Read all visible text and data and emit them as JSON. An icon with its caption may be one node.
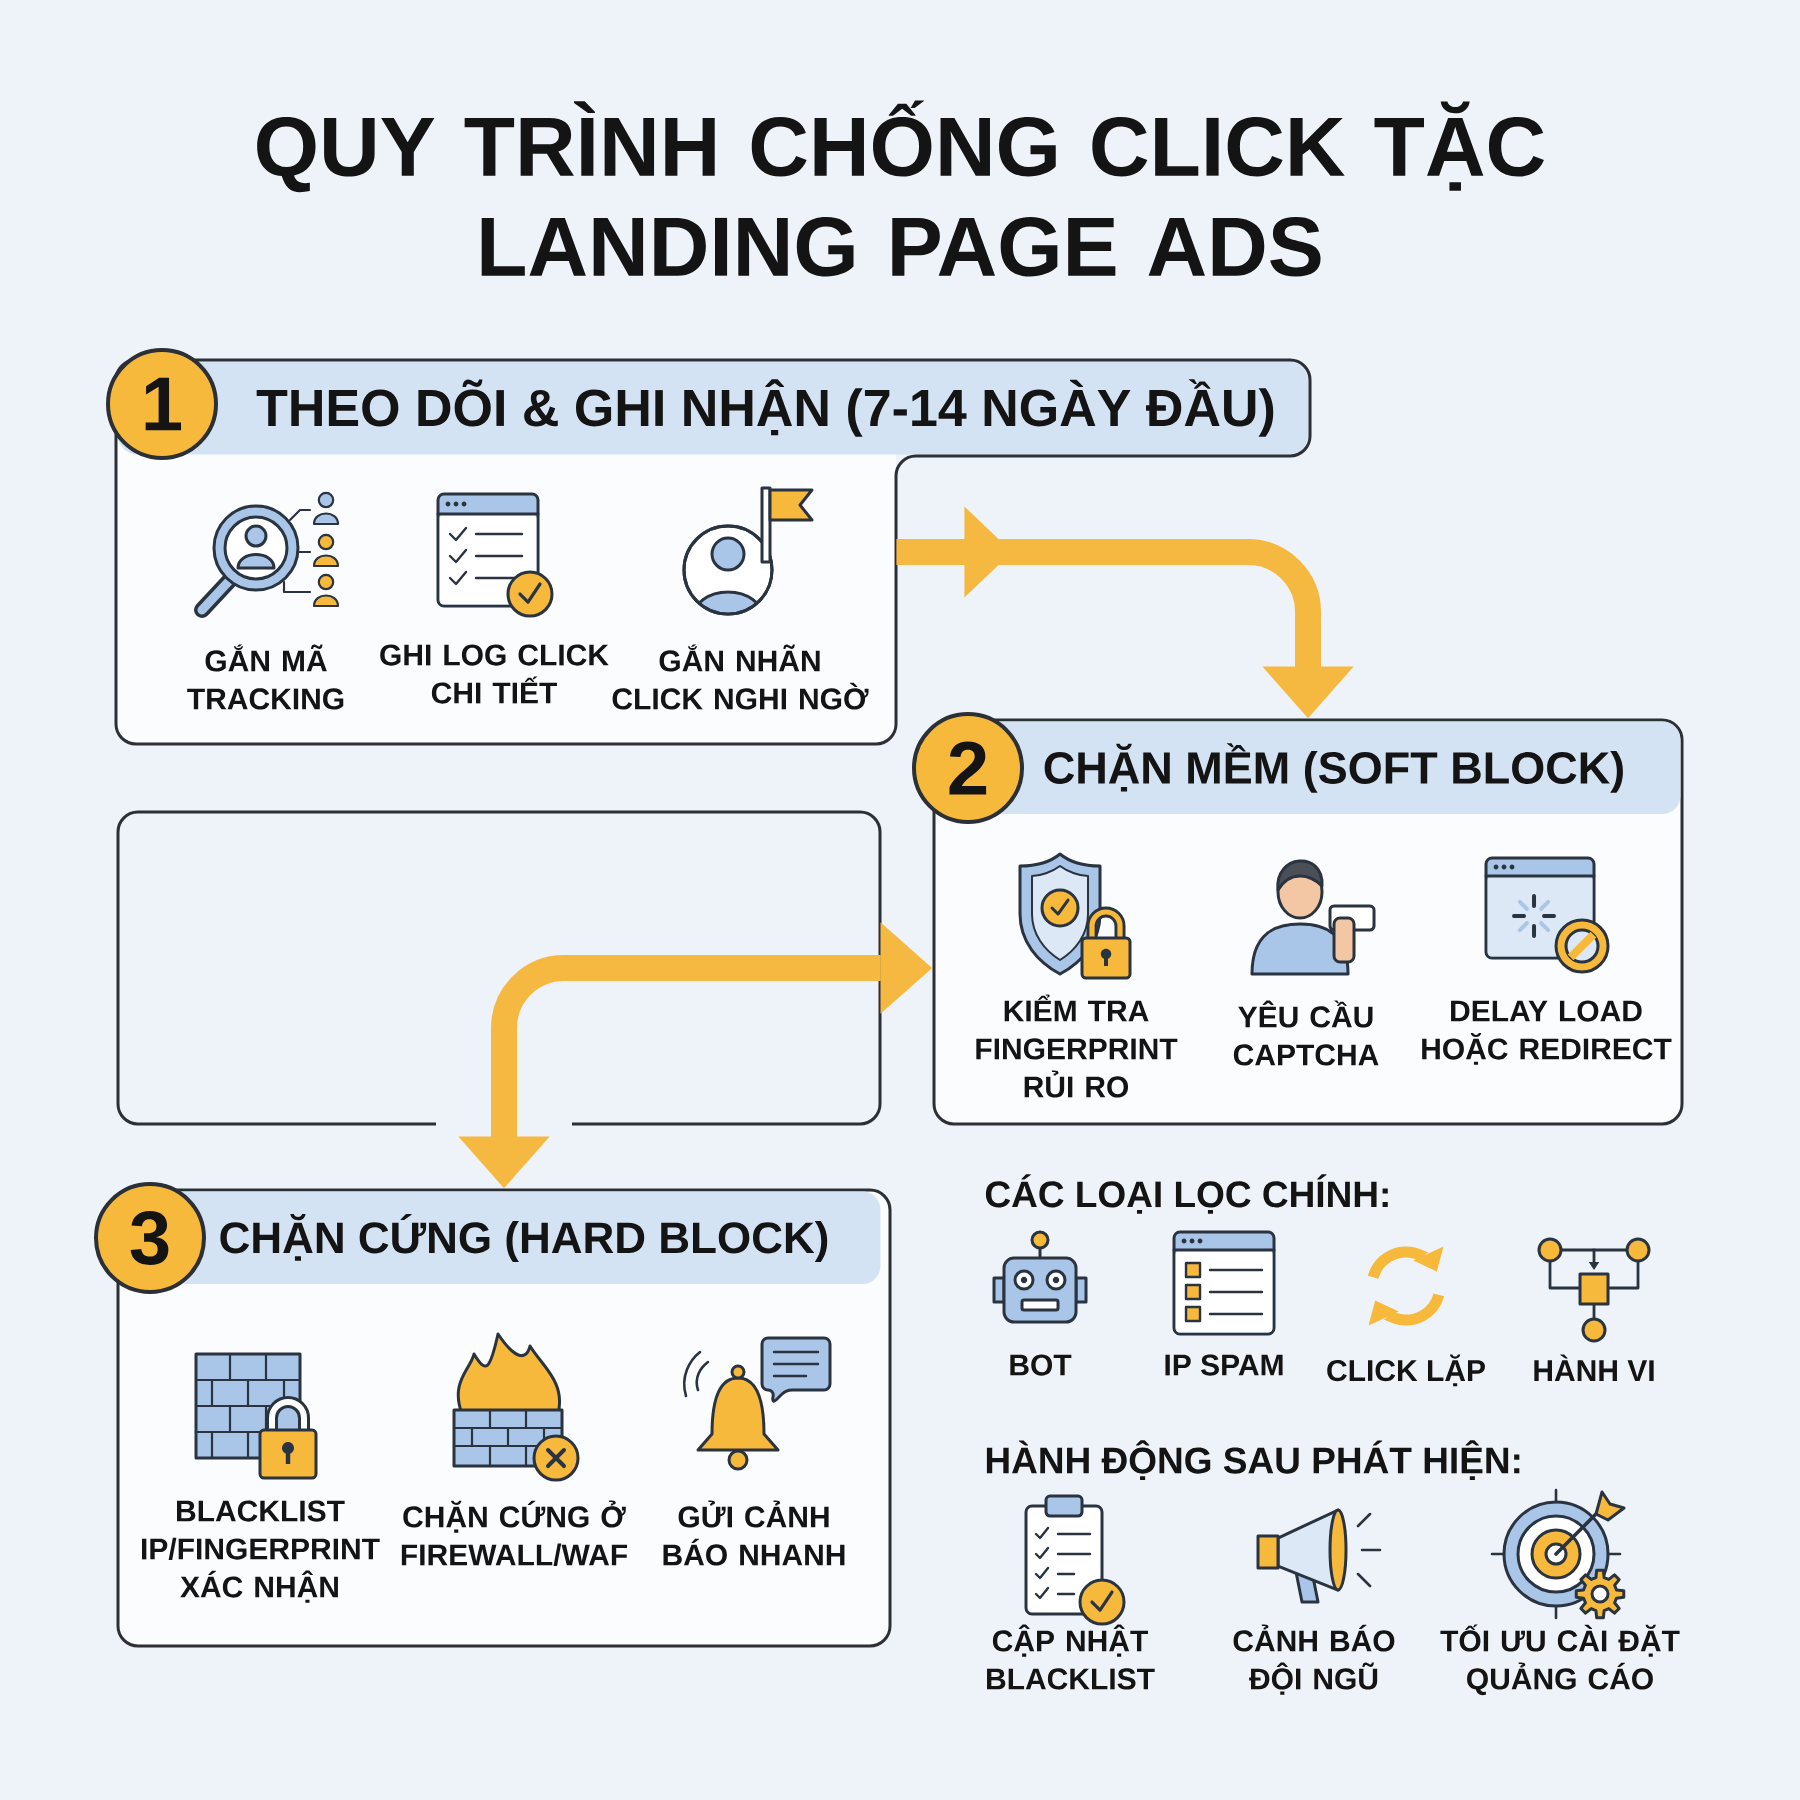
{
  "diagram": {
    "title": "QUY TRÌNH CHỐNG CLICK TẶC LANDING PAGE ADS",
    "nodes": [
      {
        "text": [
          "1"
        ]
      },
      {
        "text": [
          "THEO DÕI & GHI NHẬN (7-14 NGÀY ĐẦU)",
          "GẮN MÃ TRACKING",
          "GHI LOG CLICK CHI TIẾT",
          "GẮN NHÃN CLICK NGHI NGỜ"
        ]
      },
      {
        "text": [
          "2"
        ]
      },
      {
        "text": [
          "CHẶN MỀM (SOFT BLOCK)",
          "KIỂM TRA FINGERPRINT RỦI RO",
          "YÊU CẦU CAPTCHA",
          "DELAY LOAD HOẶC REDIRECT"
        ]
      },
      {
        "text": [],
        "shape": "box"
      },
      {
        "text": [
          "3"
        ]
      },
      {
        "text": [
          "CHẶN CỨNG (HARD BLOCK)",
          "BLACKLIST IP/FINGERPRINT XÁC NHẬN",
          "CHẶN CỨNG Ở FIREWALL/WAF",
          "GỬI CẢNH BÁO NHANH"
        ]
      }
    ],
    "edges": [
      {
        "from": 1,
        "to": 3,
        "arrow": "to"
      },
      {
        "from": 4,
        "to": 3,
        "arrow": "to"
      },
      {
        "from": 4,
        "to": 6,
        "arrow": "to"
      }
    ],
    "labels": [
      "CÁC LOẠI LỌC CHÍNH:",
      "BOT",
      "IP SPAM",
      "CLICK LẶP",
      "HÀNH VI",
      "HÀNH ĐỘNG SAU PHÁT HIỆN:",
      "CẬP NHẬT BLACKLIST",
      "CẢNH BÁO ĐỘI NGŨ",
      "TỐI ƯU CÀI ĐẶT QUẢNG CÁO"
    ]
  }
}
